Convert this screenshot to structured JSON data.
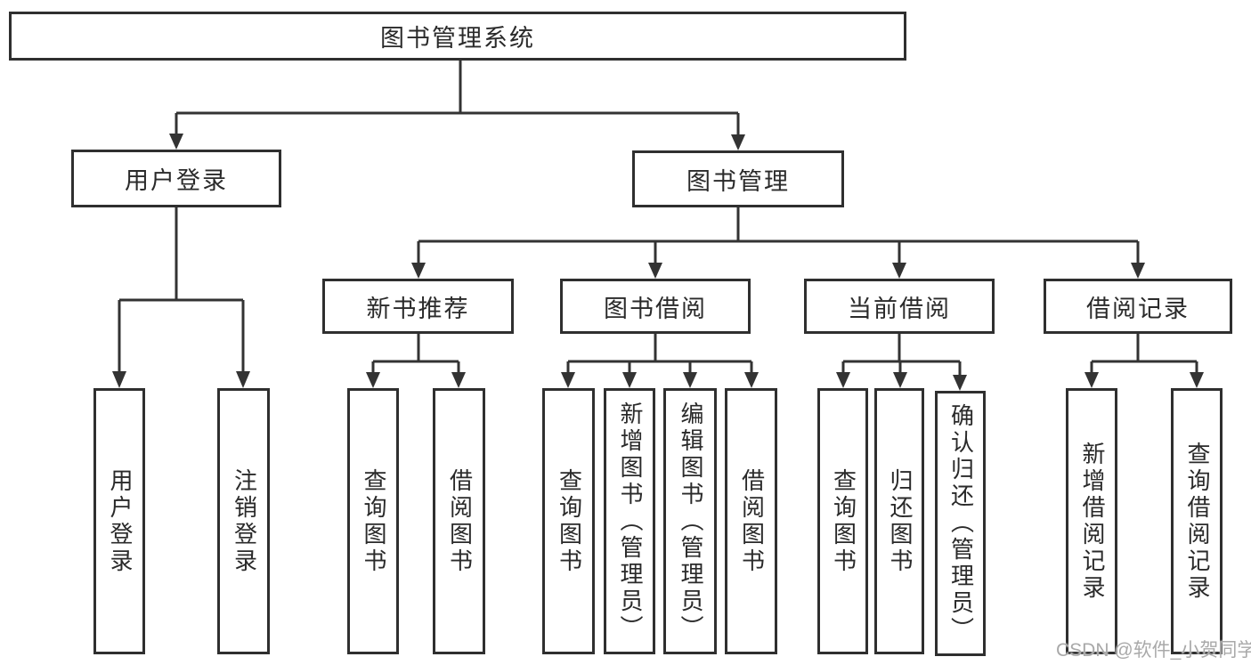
{
  "nodes": {
    "root": "图书管理系统",
    "level2": [
      "用户登录",
      "图书管理"
    ],
    "level3": [
      "新书推荐",
      "图书借阅",
      "当前借阅",
      "借阅记录"
    ],
    "leaves": [
      "用户登录",
      "注销登录",
      "查询图书",
      "借阅图书",
      "查询图书",
      "新增图书（管理员）",
      "编辑图书（管理员）",
      "借阅图书",
      "查询图书",
      "归还图书",
      "确认归还（管理员）",
      "新增借阅记录",
      "查询借阅记录"
    ]
  },
  "watermark": "CSDN @软件_小贺同学",
  "colors": {
    "line": "#333333",
    "box_border": "#2f2f2f",
    "box_fill": "#ffffff",
    "text": "#2a2a2a",
    "background": "#ffffff",
    "watermark": "#a9a9a9"
  }
}
